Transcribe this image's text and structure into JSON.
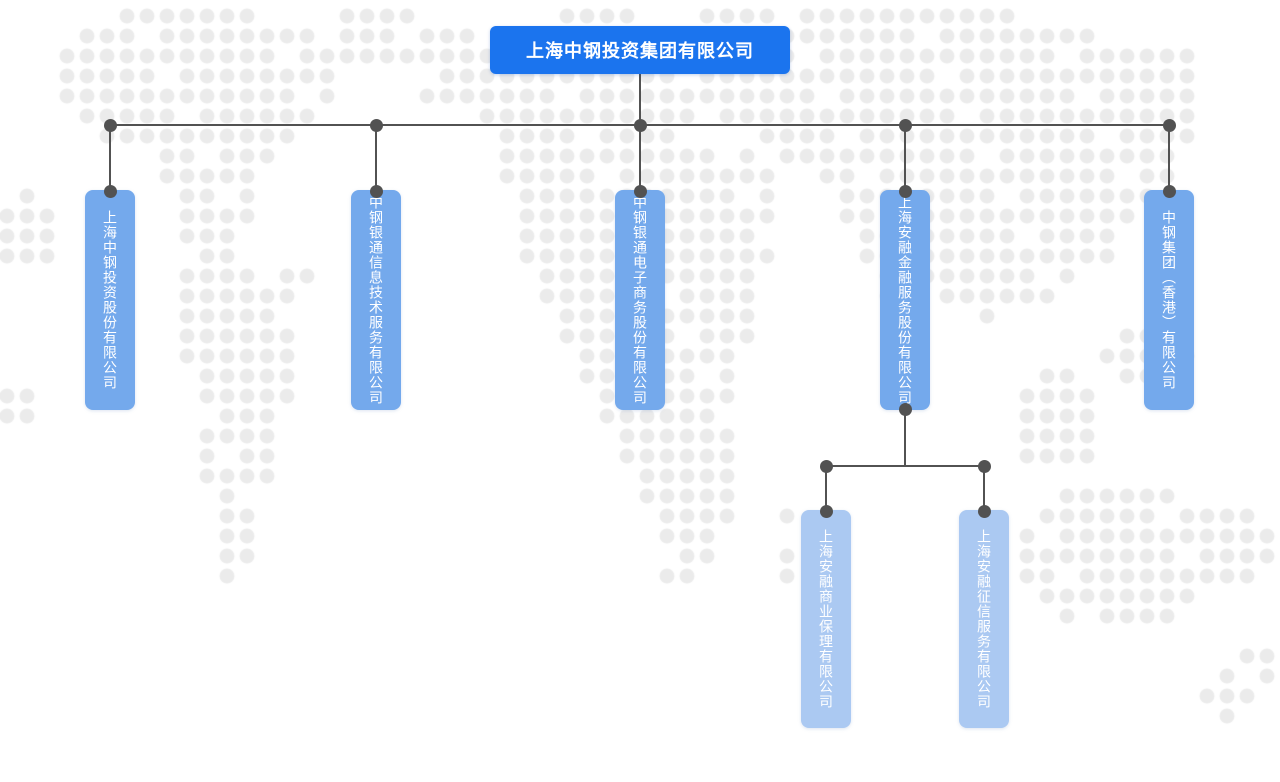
{
  "page": {
    "background": "#ffffff"
  },
  "org_chart": {
    "root": {
      "label": "上海中钢投资集团有限公司"
    },
    "children": [
      {
        "label": "上海中钢投资股份有限公司"
      },
      {
        "label": "中钢银通信息技术服务有限公司"
      },
      {
        "label": "中钢银通电子商务股份有限公司"
      },
      {
        "label": "上海安融金融服务股份有限公司",
        "children": [
          {
            "label": "上海安融商业保理有限公司"
          },
          {
            "label": "上海安融征信服务有限公司"
          }
        ]
      },
      {
        "label": "中钢集团（香港）有限公司"
      }
    ],
    "colors": {
      "root_node": "#1b74ee",
      "subsidiary_node": "#74a9ec",
      "sub_subsidiary_node": "#abc9f2",
      "connector": "#525252",
      "node_text": "#ffffff",
      "map_dot": "#ebebeb"
    }
  }
}
